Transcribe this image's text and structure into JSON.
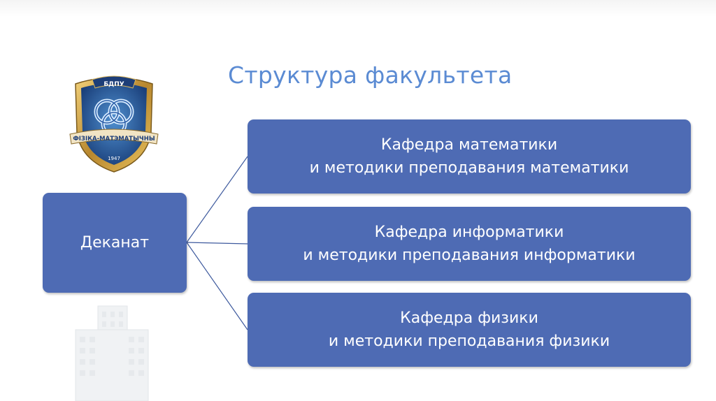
{
  "title": "Структура факультета",
  "emblem": {
    "icon": "faculty-emblem-icon",
    "top_text": "БДПУ",
    "ribbon_text": "ФІЗІКА-МАТЭМАТЫЧНЫ",
    "year": "1947"
  },
  "building_icon": "university-building-icon",
  "diagram": {
    "root": {
      "label": "Деканат"
    },
    "departments": [
      {
        "line1": "Кафедра математики",
        "line2": "и методики преподавания математики"
      },
      {
        "line1": "Кафедра информатики",
        "line2": "и методики преподавания информатики"
      },
      {
        "line1": "Кафедра физики",
        "line2": "и методики преподавания физики"
      }
    ]
  },
  "colors": {
    "box_fill": "#4e6bb4",
    "title": "#5b8bd3",
    "connector": "#3e5a9e"
  }
}
